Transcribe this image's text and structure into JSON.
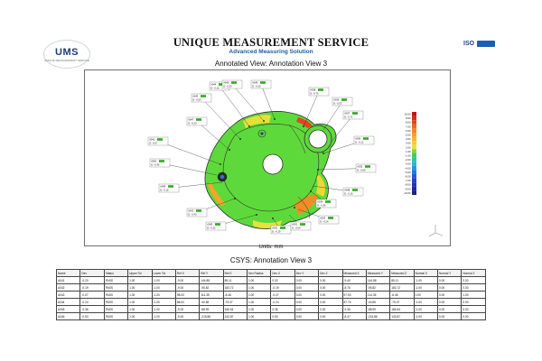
{
  "header": {
    "logo_text": "UMS",
    "logo_subtext": "UNIQUE MEASUREMENT SERVICE",
    "company_name": "UNIQUE MEASUREMENT SERVICE",
    "tagline": "Advanced Measuring Solution",
    "certification": "ISO"
  },
  "view": {
    "title": "Annotated View: Annotation View 3",
    "units_label": "Units: mm",
    "csys_title": "CSYS: Annotation View 3"
  },
  "colors": {
    "part_green": "#5ed93b",
    "part_edge": "#2d2d2d",
    "tag_green": "#33aa22"
  },
  "color_scale": {
    "values": [
      "10.00",
      "9.00",
      "8.00",
      "7.00",
      "6.00",
      "5.00",
      "4.00",
      "3.00",
      "2.00",
      "1.00",
      "-1.00",
      "-2.00",
      "-3.00",
      "-4.00",
      "-5.00",
      "-6.00",
      "-7.00",
      "-8.00",
      "-9.00",
      "-10.00"
    ],
    "colors": [
      "#c0141a",
      "#d62b1d",
      "#e2451f",
      "#ea6a22",
      "#f08a26",
      "#f4a12a",
      "#f5b82f",
      "#f2cf34",
      "#e8e23b",
      "#8fd13f",
      "#3ecf5f",
      "#2fc7a5",
      "#2ab6d6",
      "#2896e0",
      "#2677e2",
      "#245ad9",
      "#2244c8",
      "#2033b2",
      "#1f2a98",
      "#1d2280"
    ]
  },
  "annotations": [
    {
      "id": "A044",
      "dev": "D: -0.15"
    },
    {
      "id": "A045",
      "dev": "D: -0.29"
    },
    {
      "id": "A046",
      "dev": "D: -0.30"
    },
    {
      "id": "A043",
      "dev": "D: -0.53"
    },
    {
      "id": "A038",
      "dev": "D: -0.76"
    },
    {
      "id": "A039",
      "dev": "D: -0.53"
    },
    {
      "id": "A047",
      "dev": "D: -0.30"
    },
    {
      "id": "A037",
      "dev": "D: -0.71"
    },
    {
      "id": "A042",
      "dev": "D: -0.07"
    },
    {
      "id": "A036",
      "dev": "D: -0.12"
    },
    {
      "id": "A050",
      "dev": "D: -0.36"
    },
    {
      "id": "A035",
      "dev": "D: -0.59"
    },
    {
      "id": "A049",
      "dev": "D: -0.16"
    },
    {
      "id": "A048",
      "dev": "D: -0.16"
    },
    {
      "id": "A034",
      "dev": "D: -0.36"
    },
    {
      "id": "A033",
      "dev": "D: -0.24"
    },
    {
      "id": "A041",
      "dev": "D: -0.43"
    },
    {
      "id": "A040",
      "dev": "D: -0.25"
    },
    {
      "id": "A032",
      "dev": "D: -0.19"
    },
    {
      "id": "A031",
      "dev": "D: -0.09"
    }
  ],
  "table": {
    "headers": [
      "Name",
      "Dev",
      "Status",
      "Upper Tol",
      "Lower Tol",
      "Ref X",
      "Ref Y",
      "Ref Z",
      "Dev Radius",
      "Dev X",
      "Dev Y",
      "Dev Z",
      "Measured X",
      "Measured Y",
      "Measured Z",
      "Normal X",
      "Normal Y",
      "Normal Z"
    ],
    "rows": [
      [
        "A041",
        "-0.20",
        "PASS",
        "1.00",
        "-1.00",
        "-9.00",
        "144.88",
        "85.11",
        "1.00",
        "0.20",
        "0.00",
        "0.00",
        "-9.40",
        "144.88",
        "85.11",
        "-1.00",
        "0.00",
        "0.00"
      ],
      [
        "A042",
        "-0.19",
        "PASS",
        "1.00",
        "-1.00",
        "-9.00",
        "-95.82",
        "183.72",
        "1.00",
        "-0.19",
        "0.00",
        "0.00",
        "-8.76",
        "-95.82",
        "183.72",
        "-1.00",
        "0.00",
        "0.00"
      ],
      [
        "A043",
        "-0.07",
        "PASS",
        "1.00",
        "-1.00",
        "98.00",
        "114.35",
        "-8.46",
        "1.00",
        "-0.07",
        "0.00",
        "0.00",
        "97.93",
        "114.35",
        "-8.46",
        "0.00",
        "0.00",
        "1.00"
      ],
      [
        "A044",
        "-0.24",
        "PASS",
        "1.00",
        "-1.00",
        "88.00",
        "-40.85",
        "-75.37",
        "1.00",
        "-0.24",
        "0.00",
        "0.00",
        "87.76",
        "-40.85",
        "-75.37",
        "-1.00",
        "0.00",
        "0.00"
      ],
      [
        "A045",
        "-0.36",
        "PASS",
        "1.00",
        "-1.00",
        "-9.00",
        "-88.99",
        "186.54",
        "1.00",
        "0.36",
        "0.00",
        "0.00",
        "-9.36",
        "-88.99",
        "186.54",
        "-1.00",
        "0.00",
        "0.00"
      ],
      [
        "A046",
        "-0.53",
        "PASS",
        "1.00",
        "-1.00",
        "-9.00",
        "-215.86",
        "143.87",
        "1.00",
        "0.53",
        "0.00",
        "0.00",
        "-8.47",
        "-215.86",
        "143.87",
        "-1.00",
        "0.00",
        "0.00"
      ]
    ]
  }
}
